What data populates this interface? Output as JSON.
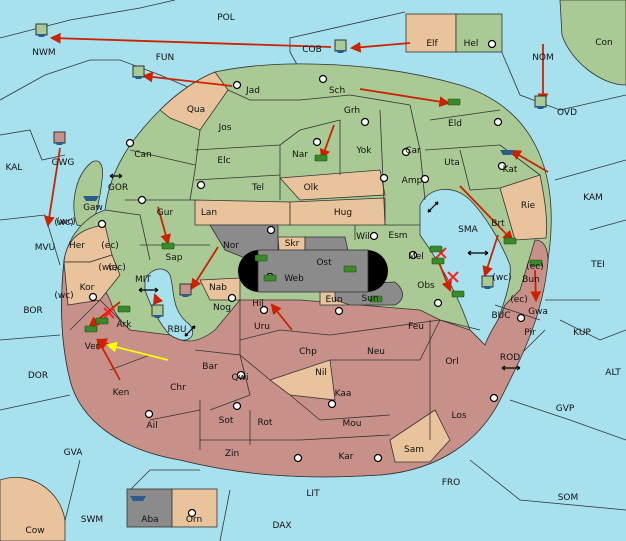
{
  "colors": {
    "sea": "#a8e1ee",
    "green": "#a9c995",
    "tan": "#e8c39b",
    "red": "#c7918a",
    "grey": "#8b8b8b",
    "black": "#000000",
    "order_arrow": "#cc2200",
    "support_arrow": "#ffff00",
    "fleet": "#2b5d8a",
    "army": "#3a8a2a",
    "order_cross": "#ff2020"
  },
  "map": {
    "sea_labels": [
      "POL",
      "FUN",
      "NWM",
      "COB",
      "NOM",
      "OVD",
      "Con",
      "KAL",
      "GWG",
      "GOR",
      "MVU",
      "BOR",
      "DOR",
      "GVA",
      "Cow",
      "SWM",
      "DAX",
      "LIT",
      "FRO",
      "SOM",
      "GVP",
      "ALT",
      "KUP",
      "TEI",
      "KAM",
      "SMA",
      "BUC",
      "ROD",
      "RBU",
      "MIT"
    ],
    "land_labels": [
      "Elf",
      "Hel",
      "Jad",
      "Sch",
      "Qua",
      "Jos",
      "Can",
      "Grh",
      "Eld",
      "Elc",
      "Nar",
      "Yok",
      "Car",
      "Uta",
      "Kat",
      "Tel",
      "Olk",
      "Amp",
      "Gur",
      "Lan",
      "Hug",
      "Rie",
      "Gaw",
      "Her",
      "Kor",
      "Nor",
      "Skr",
      "Wil",
      "Esm",
      "Brt",
      "Sap",
      "Ost",
      "Web",
      "Mel",
      "Nab",
      "Eun",
      "Bun",
      "Ark",
      "Nog",
      "Hil",
      "Sun",
      "Obs",
      "Gwa",
      "Uru",
      "Feu",
      "Pir",
      "Ver",
      "Chp",
      "Neu",
      "Orl",
      "Bar",
      "Qwi",
      "Nil",
      "Ken",
      "Chr",
      "Kaa",
      "Ail",
      "Sot",
      "Rot",
      "Mou",
      "Los",
      "Zin",
      "Kar",
      "Sam",
      "Aba",
      "Orn"
    ],
    "coast_tags": [
      "(wc)",
      "(ec)",
      "(ec)",
      "(wc)",
      "(wc)",
      "(ec)",
      "(ec)",
      "(wc)",
      "(wc)"
    ],
    "units": {
      "fleets": 8,
      "armies": 15
    },
    "icons": [
      "fleet-icon",
      "army-icon",
      "supply-center-icon",
      "order-arrow-icon",
      "support-arrow-icon",
      "failed-order-icon",
      "convoy-link-icon"
    ]
  }
}
